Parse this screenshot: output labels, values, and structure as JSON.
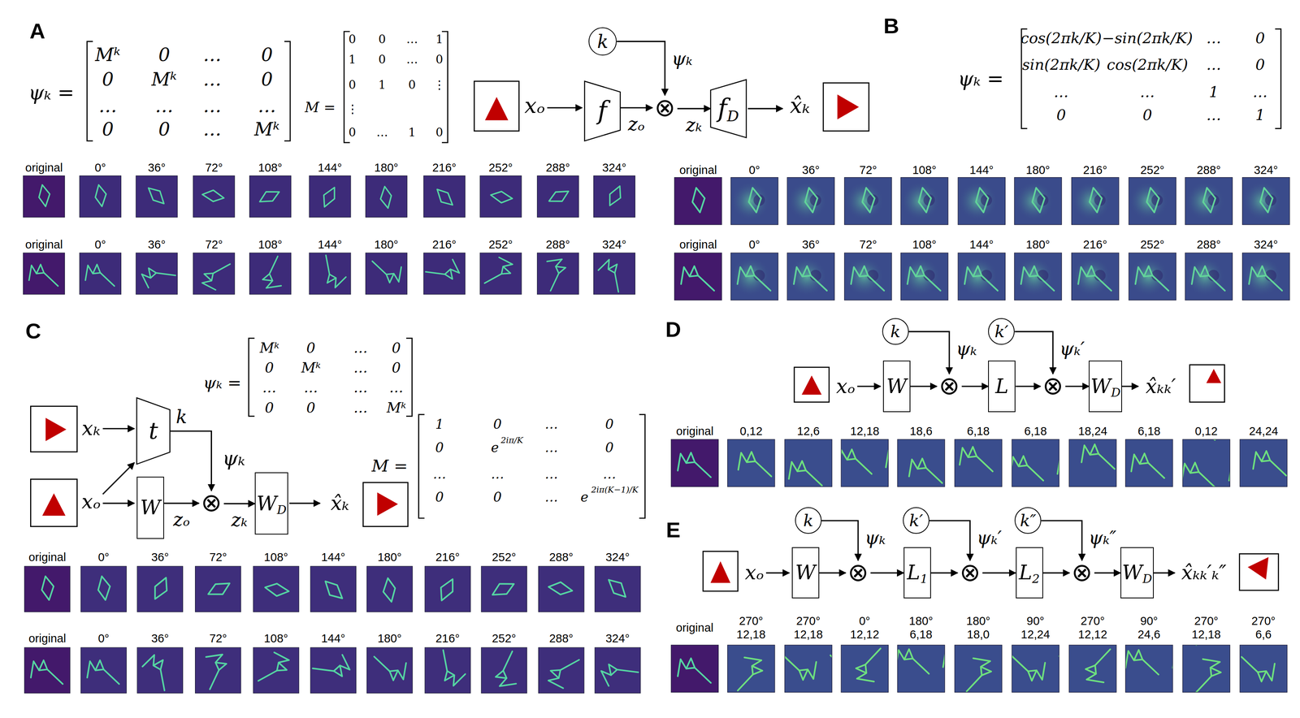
{
  "diagram": {
    "nodes": [
      {
        "text": [
          "k"
        ]
      },
      {
        "text": [
          "f"
        ]
      },
      {
        "text": [
          "⊗"
        ]
      },
      {
        "text": [
          "f",
          "D"
        ]
      },
      {
        "text": [
          "t"
        ]
      },
      {
        "text": [
          "W"
        ]
      },
      {
        "text": [
          "⊗"
        ]
      },
      {
        "text": [
          "W",
          "D"
        ]
      },
      {
        "text": [
          "k"
        ]
      },
      {
        "text": [
          "k′"
        ]
      },
      {
        "text": [
          "W"
        ]
      },
      {
        "text": [
          "⊗"
        ]
      },
      {
        "text": [
          "L"
        ]
      },
      {
        "text": [
          "⊗"
        ]
      },
      {
        "text": [
          "W",
          "D"
        ]
      },
      {
        "text": [
          "k"
        ]
      },
      {
        "text": [
          "k′"
        ]
      },
      {
        "text": [
          "k″"
        ]
      },
      {
        "text": [
          "W"
        ]
      },
      {
        "text": [
          "⊗"
        ]
      },
      {
        "text": [
          "L",
          "1"
        ]
      },
      {
        "text": [
          "⊗"
        ]
      },
      {
        "text": [
          "L",
          "2"
        ]
      },
      {
        "text": [
          "⊗"
        ]
      },
      {
        "text": [
          "W",
          "D"
        ]
      }
    ],
    "edges": [
      {
        "from": 1,
        "to": 2,
        "label": "zₒ",
        "arrow": "to"
      },
      {
        "from": 0,
        "to": 2,
        "label": "ψₖ",
        "arrow": "to"
      },
      {
        "from": 2,
        "to": 3,
        "label": "zₖ",
        "arrow": "to"
      },
      {
        "from": 4,
        "to": 6,
        "label": "k",
        "arrow": "to"
      },
      {
        "from": 5,
        "to": 6,
        "label": "zₒ",
        "arrow": "to"
      },
      {
        "from": 6,
        "to": 7,
        "label": "zₖ",
        "arrow": "to"
      },
      {
        "from": 8,
        "to": 11,
        "label": "ψₖ",
        "arrow": "to"
      },
      {
        "from": 10,
        "to": 11,
        "arrow": "to"
      },
      {
        "from": 11,
        "to": 12,
        "arrow": "to"
      },
      {
        "from": 12,
        "to": 13,
        "arrow": "to"
      },
      {
        "from": 9,
        "to": 13,
        "label": "ψₖ′",
        "arrow": "to"
      },
      {
        "from": 13,
        "to": 14,
        "arrow": "to"
      },
      {
        "from": 15,
        "to": 19,
        "label": "ψₖ",
        "arrow": "to"
      },
      {
        "from": 18,
        "to": 19,
        "arrow": "to"
      },
      {
        "from": 19,
        "to": 20,
        "arrow": "to"
      },
      {
        "from": 20,
        "to": 21,
        "arrow": "to"
      },
      {
        "from": 16,
        "to": 21,
        "label": "ψₖ′",
        "arrow": "to"
      },
      {
        "from": 21,
        "to": 22,
        "arrow": "to"
      },
      {
        "from": 22,
        "to": 23,
        "arrow": "to"
      },
      {
        "from": 17,
        "to": 23,
        "label": "ψₖ″",
        "arrow": "to"
      },
      {
        "from": 23,
        "to": 24,
        "arrow": "to"
      }
    ],
    "labels": [
      "A",
      "ψₖ =",
      "Mᵏ",
      "0",
      "…",
      "0",
      "0",
      "Mᵏ",
      "…",
      "0",
      "…",
      "…",
      "…",
      "…",
      "0",
      "0",
      "…",
      "Mᵏ",
      "M =",
      "0",
      "0",
      "…",
      "1",
      "1",
      "0",
      "…",
      "0",
      "0",
      "1",
      "0",
      "⋮",
      "⋮",
      "0",
      "…",
      "1",
      "0",
      "xₒ",
      "x̂ₖ",
      "original",
      "0°",
      "36°",
      "72°",
      "108°",
      "144°",
      "180°",
      "216°",
      "252°",
      "288°",
      "324°",
      "original",
      "0°",
      "36°",
      "72°",
      "108°",
      "144°",
      "180°",
      "216°",
      "252°",
      "288°",
      "324°",
      "B",
      "ψₖ =",
      "cos(2πk/K)",
      "−sin(2πk/K)",
      "…",
      "0",
      "sin(2πk/K)",
      "cos(2πk/K)",
      "…",
      "0",
      "…",
      "…",
      "1",
      "…",
      "0",
      "0",
      "…",
      "1",
      "original",
      "0°",
      "36°",
      "72°",
      "108°",
      "144°",
      "180°",
      "216°",
      "252°",
      "288°",
      "324°",
      "original",
      "0°",
      "36°",
      "72°",
      "108°",
      "144°",
      "180°",
      "216°",
      "252°",
      "288°",
      "324°",
      "C",
      "ψₖ =",
      "Mᵏ",
      "0",
      "…",
      "0",
      "0",
      "Mᵏ",
      "…",
      "0",
      "…",
      "…",
      "…",
      "…",
      "0",
      "0",
      "…",
      "Mᵏ",
      "M =",
      "1",
      "0",
      "…",
      "0",
      "0",
      "e",
      "…",
      "0",
      "…",
      "…",
      "…",
      "…",
      "0",
      "0",
      "…",
      "e",
      "2iπ/K",
      "2iπ(K−1)/K",
      "xₖ",
      "xₒ",
      "ψₖ",
      "x̂ₖ",
      "original",
      "0°",
      "36°",
      "72°",
      "108°",
      "144°",
      "180°",
      "216°",
      "252°",
      "288°",
      "324°",
      "original",
      "0°",
      "36°",
      "72°",
      "108°",
      "144°",
      "180°",
      "216°",
      "252°",
      "288°",
      "324°",
      "D",
      "xₒ",
      "x̂ₖₖ′",
      "original",
      "0,12",
      "12,6",
      "12,18",
      "18,6",
      "6,18",
      "6,18",
      "18,24",
      "6,18",
      "0,12",
      "24,24",
      "E",
      "xₒ",
      "x̂ₖₖ′ₖ″",
      "original",
      "270° 12,18",
      "270° 12,18",
      "0° 12,12",
      "180° 6,18",
      "180° 18,0",
      "90° 12,24",
      "270° 12,12",
      "90° 24,6",
      "270° 12,18",
      "270° 6,6"
    ]
  }
}
